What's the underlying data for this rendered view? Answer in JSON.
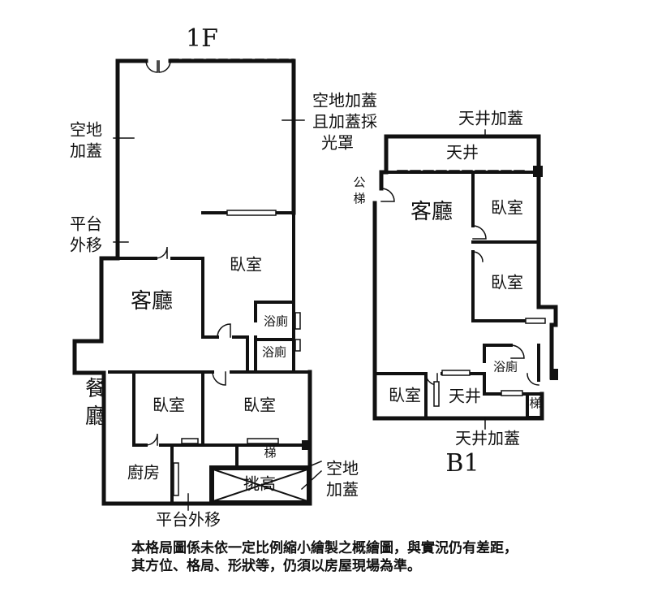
{
  "floor1": {
    "title": "1F",
    "rooms": {
      "living": "客廳",
      "dining_line1": "餐",
      "dining_line2": "廳",
      "kitchen": "廚房",
      "bedroom_top": "臥室",
      "bedroom_mid": "臥室",
      "bedroom_right": "臥室",
      "bath_top": "浴廁",
      "bath_bottom": "浴廁",
      "stairs": "梯",
      "double_height": "挑高"
    },
    "notes": {
      "yard_cover_left_1": "空地",
      "yard_cover_left_2": "加蓋",
      "yard_cover_skylight_1": "空地加蓋",
      "yard_cover_skylight_2": "且加蓋採",
      "yard_cover_skylight_3": "光罩",
      "terrace_shift_left_1": "平台",
      "terrace_shift_left_2": "外移",
      "terrace_shift_bottom": "平台外移",
      "yard_cover_bottom_1": "空地",
      "yard_cover_bottom_2": "加蓋"
    }
  },
  "floorB1": {
    "title": "B1",
    "rooms": {
      "living": "客廳",
      "bedroom_1": "臥室",
      "bedroom_2": "臥室",
      "bedroom_3": "臥室",
      "bath": "浴廁",
      "patio_top": "天井",
      "patio_bottom": "天井",
      "stairs": "梯"
    },
    "notes": {
      "patio_cover_top": "天井加蓋",
      "patio_cover_bottom": "天井加蓋",
      "public_stairs_1": "公",
      "public_stairs_2": "梯"
    }
  },
  "disclaimer": {
    "line1": "本格局圖係未依一定比例縮小繪製之概繪圖，與實況仍有差距，",
    "line2": "其方位、格局、形狀等，仍須以房屋現場為準。"
  }
}
